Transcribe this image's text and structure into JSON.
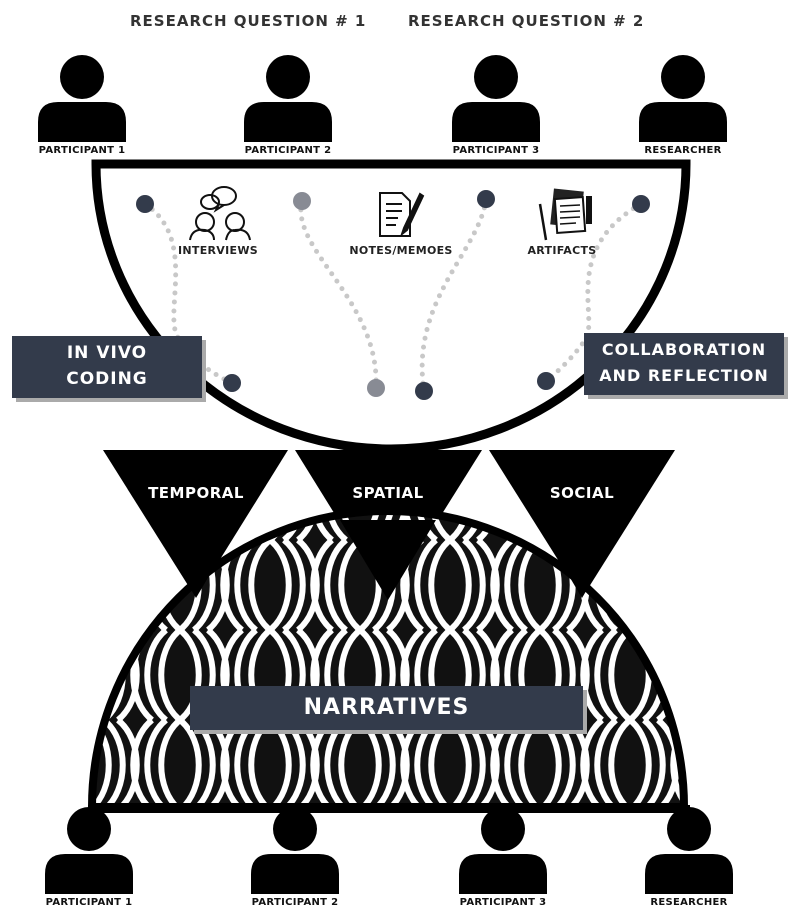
{
  "research_questions": [
    "RESEARCH QUESTION # 1",
    "RESEARCH QUESTION # 2"
  ],
  "top_people": [
    "PARTICIPANT 1",
    "PARTICIPANT 2",
    "PARTICIPANT 3",
    "RESEARCHER"
  ],
  "bottom_people": [
    "PARTICIPANT 1",
    "PARTICIPANT 2",
    "PARTICIPANT 3",
    "RESEARCHER"
  ],
  "methods": [
    {
      "label": "INTERVIEWS",
      "icon": "interviews-icon"
    },
    {
      "label": "NOTES/MEMOES",
      "icon": "notes-icon"
    },
    {
      "label": "ARTIFACTS",
      "icon": "artifacts-icon"
    }
  ],
  "side_boxes": {
    "left": [
      "IN VIVO",
      "CODING"
    ],
    "right": [
      "COLLABORATION",
      "AND REFLECTION"
    ]
  },
  "dimensions": [
    "TEMPORAL",
    "SPATIAL",
    "SOCIAL"
  ],
  "outcome": "NARRATIVES",
  "colors": {
    "dark_box": "#333b4b",
    "dot_dark": "#333b4b",
    "dot_gray": "#888b94",
    "path": "#cccccc"
  }
}
